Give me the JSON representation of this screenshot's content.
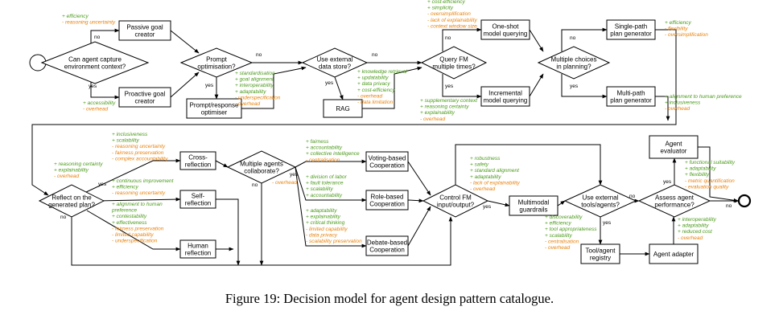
{
  "caption": "Figure 19: Decision model for agent design pattern catalogue.",
  "colors": {
    "pro": "#4a9a1a",
    "con": "#e8820c",
    "line": "#000000"
  },
  "nodes": [
    {
      "id": "start",
      "type": "circle",
      "lines": []
    },
    {
      "id": "q-capture",
      "type": "decision",
      "lines": [
        "Can agent capture",
        "environment context?"
      ]
    },
    {
      "id": "passive",
      "type": "process",
      "lines": [
        "Passive goal",
        "creator"
      ]
    },
    {
      "id": "proactive",
      "type": "process",
      "lines": [
        "Proactive goal",
        "creator"
      ]
    },
    {
      "id": "q-prompt",
      "type": "decision",
      "lines": [
        "Prompt",
        "optimisation?"
      ]
    },
    {
      "id": "optimiser",
      "type": "process",
      "lines": [
        "Prompt/response",
        "optimiser"
      ]
    },
    {
      "id": "q-store",
      "type": "decision",
      "lines": [
        "Use external",
        "data store?"
      ]
    },
    {
      "id": "rag",
      "type": "process",
      "lines": [
        "RAG"
      ]
    },
    {
      "id": "q-fm",
      "type": "decision",
      "lines": [
        "Query FM",
        "multiple times?"
      ]
    },
    {
      "id": "oneshot",
      "type": "process",
      "lines": [
        "One-shot",
        "model querying"
      ]
    },
    {
      "id": "incremental",
      "type": "process",
      "lines": [
        "Incremental",
        "model querying"
      ]
    },
    {
      "id": "q-plan",
      "type": "decision",
      "lines": [
        "Multiple choices",
        "in planning?"
      ]
    },
    {
      "id": "singlepath",
      "type": "process",
      "lines": [
        "Single-path",
        "plan generator"
      ]
    },
    {
      "id": "multipath",
      "type": "process",
      "lines": [
        "Multi-path",
        "plan generator"
      ]
    },
    {
      "id": "q-reflect",
      "type": "decision",
      "lines": [
        "Reflect on the",
        "generated plan?"
      ]
    },
    {
      "id": "cross",
      "type": "process",
      "lines": [
        "Cross-",
        "reflection"
      ]
    },
    {
      "id": "self",
      "type": "process",
      "lines": [
        "Self-",
        "reflection"
      ]
    },
    {
      "id": "human",
      "type": "process",
      "lines": [
        "Human",
        "reflection"
      ]
    },
    {
      "id": "q-agents",
      "type": "decision",
      "lines": [
        "Multiple agents",
        "collaborate?"
      ]
    },
    {
      "id": "voting",
      "type": "process",
      "lines": [
        "Voting-based",
        "Cooperation"
      ]
    },
    {
      "id": "role",
      "type": "process",
      "lines": [
        "Role-based",
        "Cooperation"
      ]
    },
    {
      "id": "debate",
      "type": "process",
      "lines": [
        "Debate-based",
        "Cooperation"
      ]
    },
    {
      "id": "q-control",
      "type": "decision",
      "lines": [
        "Control FM",
        "input/output?"
      ]
    },
    {
      "id": "guardrails",
      "type": "process",
      "lines": [
        "Multimodal",
        "guardrails"
      ]
    },
    {
      "id": "q-tools",
      "type": "decision",
      "lines": [
        "Use external",
        "tools/agents?"
      ]
    },
    {
      "id": "registry",
      "type": "process",
      "lines": [
        "Tool/agent",
        "registry"
      ]
    },
    {
      "id": "adapter",
      "type": "process",
      "lines": [
        "Agent adapter"
      ]
    },
    {
      "id": "q-assess",
      "type": "decision",
      "lines": [
        "Assess agent",
        "performance?"
      ]
    },
    {
      "id": "evaluator",
      "type": "process",
      "lines": [
        "Agent",
        "evaluator"
      ]
    },
    {
      "id": "end",
      "type": "terminal",
      "lines": []
    }
  ],
  "edge_labels": [
    {
      "id": "capture-no",
      "text": "no"
    },
    {
      "id": "capture-yes",
      "text": "yes"
    },
    {
      "id": "prompt-yes",
      "text": "yes"
    },
    {
      "id": "prompt-no",
      "text": "no"
    },
    {
      "id": "store-yes",
      "text": "yes"
    },
    {
      "id": "store-no",
      "text": "no"
    },
    {
      "id": "fm-no",
      "text": "no"
    },
    {
      "id": "fm-yes",
      "text": "yes"
    },
    {
      "id": "plan-no",
      "text": "no"
    },
    {
      "id": "plan-yes",
      "text": "yes"
    },
    {
      "id": "reflect-yes",
      "text": "yes"
    },
    {
      "id": "reflect-no",
      "text": "no"
    },
    {
      "id": "agents-yes",
      "text": "yes"
    },
    {
      "id": "agents-no",
      "text": "no"
    },
    {
      "id": "control-yes",
      "text": "yes"
    },
    {
      "id": "tools-no",
      "text": "no"
    },
    {
      "id": "tools-yes",
      "text": "yes"
    },
    {
      "id": "assess-yes",
      "text": "yes"
    },
    {
      "id": "assess-no",
      "text": "no"
    }
  ],
  "annotations": [
    {
      "id": "passive",
      "items": [
        {
          "kind": "pro",
          "text": "+ efficiency"
        },
        {
          "kind": "con",
          "text": "- reasoning uncertainty"
        }
      ]
    },
    {
      "id": "proactive",
      "items": [
        {
          "kind": "pro",
          "text": "+ accessibility"
        },
        {
          "kind": "con",
          "text": "- overhead"
        }
      ]
    },
    {
      "id": "optimiser",
      "items": [
        {
          "kind": "pro",
          "text": "+ standardisation"
        },
        {
          "kind": "pro",
          "text": "+ goal alignment"
        },
        {
          "kind": "pro",
          "text": "+ interoperability"
        },
        {
          "kind": "pro",
          "text": "+ adaptability"
        },
        {
          "kind": "con",
          "text": "- underspecification"
        },
        {
          "kind": "con",
          "text": "- overhead"
        }
      ]
    },
    {
      "id": "rag",
      "items": [
        {
          "kind": "pro",
          "text": "+ knowledge retrieval"
        },
        {
          "kind": "pro",
          "text": "+ updatability"
        },
        {
          "kind": "pro",
          "text": "+ data privacy"
        },
        {
          "kind": "pro",
          "text": "+ cost-efficiency"
        },
        {
          "kind": "con",
          "text": "- overhead"
        },
        {
          "kind": "con",
          "text": "- data limitation"
        }
      ]
    },
    {
      "id": "oneshot",
      "items": [
        {
          "kind": "pro",
          "text": "+ cost-efficiency"
        },
        {
          "kind": "pro",
          "text": "+ simplicity"
        },
        {
          "kind": "con",
          "text": "- oversimplification"
        },
        {
          "kind": "con",
          "text": "- lack of explainability"
        },
        {
          "kind": "con",
          "text": "- context window size"
        }
      ]
    },
    {
      "id": "incremental",
      "items": [
        {
          "kind": "pro",
          "text": "+ supplementary context"
        },
        {
          "kind": "pro",
          "text": "+ reasoning certainty"
        },
        {
          "kind": "pro",
          "text": "+ explainability"
        },
        {
          "kind": "con",
          "text": "- overhead"
        }
      ]
    },
    {
      "id": "singlepath",
      "items": [
        {
          "kind": "pro",
          "text": "+ efficiency"
        },
        {
          "kind": "con",
          "text": "- flexibility"
        },
        {
          "kind": "con",
          "text": "- oversimplification"
        }
      ]
    },
    {
      "id": "multipath",
      "items": [
        {
          "kind": "pro",
          "text": "+ alignment to human preference"
        },
        {
          "kind": "pro",
          "text": "+ inclusiveness"
        },
        {
          "kind": "con",
          "text": "- overhead"
        }
      ]
    },
    {
      "id": "reflect-yes",
      "items": [
        {
          "kind": "pro",
          "text": "+ reasoning certainty"
        },
        {
          "kind": "pro",
          "text": "+ explainability"
        },
        {
          "kind": "con",
          "text": "- overhead"
        }
      ]
    },
    {
      "id": "cross",
      "items": [
        {
          "kind": "pro",
          "text": "+ inclusiveness"
        },
        {
          "kind": "pro",
          "text": "+ scalability"
        },
        {
          "kind": "con",
          "text": "- reasoning uncertainty"
        },
        {
          "kind": "con",
          "text": "- fairness preservation"
        },
        {
          "kind": "con",
          "text": "- complex accountability"
        }
      ]
    },
    {
      "id": "self",
      "items": [
        {
          "kind": "pro",
          "text": "+ continuous improvement"
        },
        {
          "kind": "pro",
          "text": "+ efficiency"
        },
        {
          "kind": "con",
          "text": "- reasoning uncertainty"
        }
      ]
    },
    {
      "id": "human",
      "items": [
        {
          "kind": "pro",
          "text": "+ alignment to human"
        },
        {
          "kind": "pro",
          "text": "preference"
        },
        {
          "kind": "pro",
          "text": "+ contestability"
        },
        {
          "kind": "pro",
          "text": "+ effectiveness"
        },
        {
          "kind": "con",
          "text": "- fairness preservation"
        },
        {
          "kind": "con",
          "text": "- limited capability"
        },
        {
          "kind": "con",
          "text": "- underspecification"
        }
      ]
    },
    {
      "id": "agents-yes",
      "items": [
        {
          "kind": "con",
          "text": "- overhead"
        }
      ]
    },
    {
      "id": "voting",
      "items": [
        {
          "kind": "pro",
          "text": "+ fairness"
        },
        {
          "kind": "pro",
          "text": "+ accountability"
        },
        {
          "kind": "pro",
          "text": "+ collective intelligence"
        },
        {
          "kind": "con",
          "text": "- centralisation"
        }
      ]
    },
    {
      "id": "role",
      "items": [
        {
          "kind": "pro",
          "text": "+ division of labor"
        },
        {
          "kind": "pro",
          "text": "+ fault tolerance"
        },
        {
          "kind": "pro",
          "text": "+ scalability"
        },
        {
          "kind": "pro",
          "text": "+ accountability"
        }
      ]
    },
    {
      "id": "debate",
      "items": [
        {
          "kind": "pro",
          "text": "+ adaptability"
        },
        {
          "kind": "pro",
          "text": "+ explainability"
        },
        {
          "kind": "pro",
          "text": "+ critical thinking"
        },
        {
          "kind": "con",
          "text": "- limited capability"
        },
        {
          "kind": "con",
          "text": "- data privacy"
        },
        {
          "kind": "con",
          "text": "- scalability preservation"
        }
      ]
    },
    {
      "id": "guardrails",
      "items": [
        {
          "kind": "pro",
          "text": "+ robustness"
        },
        {
          "kind": "pro",
          "text": "+ safety"
        },
        {
          "kind": "pro",
          "text": "+ standard alignment"
        },
        {
          "kind": "pro",
          "text": "+ adaptability"
        },
        {
          "kind": "con",
          "text": "- lack of explainability"
        },
        {
          "kind": "con",
          "text": "- overhead"
        }
      ]
    },
    {
      "id": "registry",
      "items": [
        {
          "kind": "pro",
          "text": "+ discoverability"
        },
        {
          "kind": "pro",
          "text": "+ efficiency"
        },
        {
          "kind": "pro",
          "text": "+ tool appropriateness"
        },
        {
          "kind": "pro",
          "text": "+ scalability"
        },
        {
          "kind": "con",
          "text": "- centralisation"
        },
        {
          "kind": "con",
          "text": "- overhead"
        }
      ]
    },
    {
      "id": "adapter",
      "items": [
        {
          "kind": "pro",
          "text": "+ interoperability"
        },
        {
          "kind": "pro",
          "text": "+ adaptability"
        },
        {
          "kind": "pro",
          "text": "+ reduced cost"
        },
        {
          "kind": "con",
          "text": "- overhead"
        }
      ]
    },
    {
      "id": "evaluator",
      "items": [
        {
          "kind": "pro",
          "text": "+ functional suitability"
        },
        {
          "kind": "pro",
          "text": "+ adaptability"
        },
        {
          "kind": "pro",
          "text": "+ flexibility"
        },
        {
          "kind": "con",
          "text": "- metric quantification"
        },
        {
          "kind": "con",
          "text": "- evaluation quality"
        }
      ]
    }
  ]
}
